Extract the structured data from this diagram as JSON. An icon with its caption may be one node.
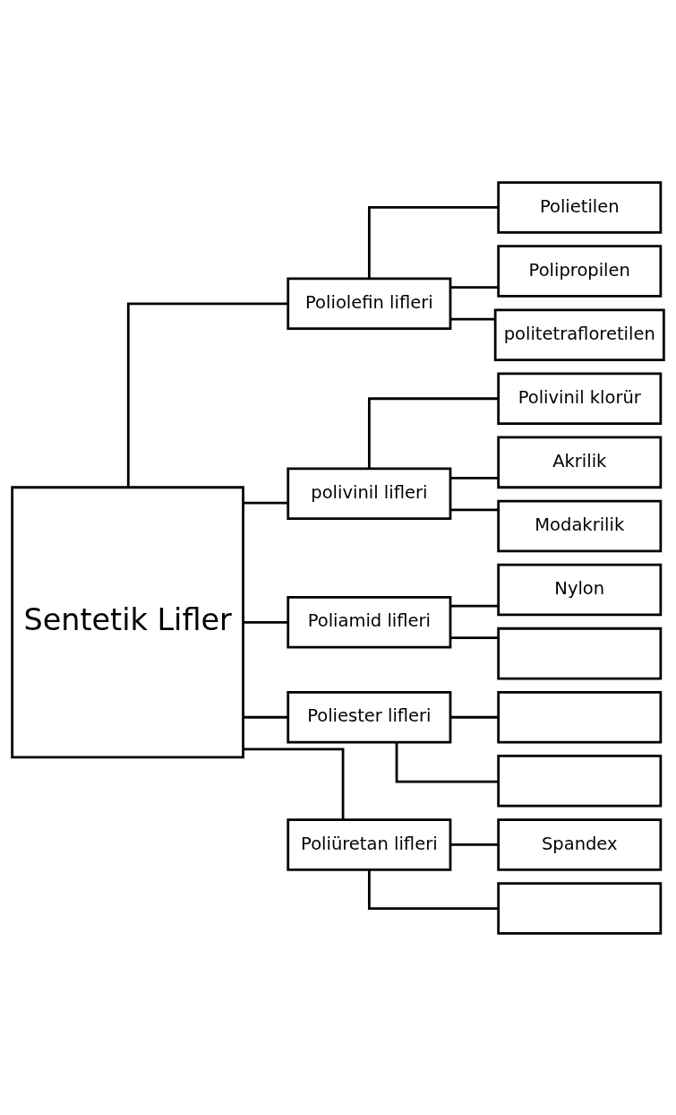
{
  "diagram": {
    "nodes": [
      {
        "text": [
          "Sentetik Lifler"
        ]
      },
      {
        "text": [
          "Poliolefin lifleri"
        ]
      },
      {
        "text": [
          "Polietilen"
        ]
      },
      {
        "text": [
          "Polipropilen"
        ]
      },
      {
        "text": [
          "politetrafloretilen"
        ]
      },
      {
        "text": [
          "polivinil lifleri"
        ]
      },
      {
        "text": [
          "Polivinil klorür"
        ]
      },
      {
        "text": [
          "Akrilik"
        ]
      },
      {
        "text": [
          "Modakrilik"
        ]
      },
      {
        "text": [
          "Poliamid lifleri"
        ]
      },
      {
        "text": [
          "Nylon"
        ]
      },
      {
        "text": [],
        "shape": "box"
      },
      {
        "text": [
          "Poliester lifleri"
        ]
      },
      {
        "text": [],
        "shape": "box"
      },
      {
        "text": [],
        "shape": "box"
      },
      {
        "text": [
          "Poliüretan lifleri"
        ]
      },
      {
        "text": [
          "Spandex"
        ]
      },
      {
        "text": [],
        "shape": "box"
      }
    ],
    "edges": [
      {
        "from": 0,
        "to": 1,
        "arrow": "none"
      },
      {
        "from": 0,
        "to": 5,
        "arrow": "none"
      },
      {
        "from": 0,
        "to": 9,
        "arrow": "none"
      },
      {
        "from": 0,
        "to": 12,
        "arrow": "none"
      },
      {
        "from": 0,
        "to": 15,
        "arrow": "none"
      },
      {
        "from": 1,
        "to": 2,
        "arrow": "none"
      },
      {
        "from": 1,
        "to": 3,
        "arrow": "none"
      },
      {
        "from": 1,
        "to": 4,
        "arrow": "none"
      },
      {
        "from": 5,
        "to": 6,
        "arrow": "none"
      },
      {
        "from": 5,
        "to": 7,
        "arrow": "none"
      },
      {
        "from": 5,
        "to": 8,
        "arrow": "none"
      },
      {
        "from": 9,
        "to": 10,
        "arrow": "none"
      },
      {
        "from": 9,
        "to": 11,
        "arrow": "none"
      },
      {
        "from": 12,
        "to": 13,
        "arrow": "none"
      },
      {
        "from": 12,
        "to": 14,
        "arrow": "none"
      },
      {
        "from": 15,
        "to": 16,
        "arrow": "none"
      },
      {
        "from": 15,
        "to": 17,
        "arrow": "none"
      }
    ]
  }
}
